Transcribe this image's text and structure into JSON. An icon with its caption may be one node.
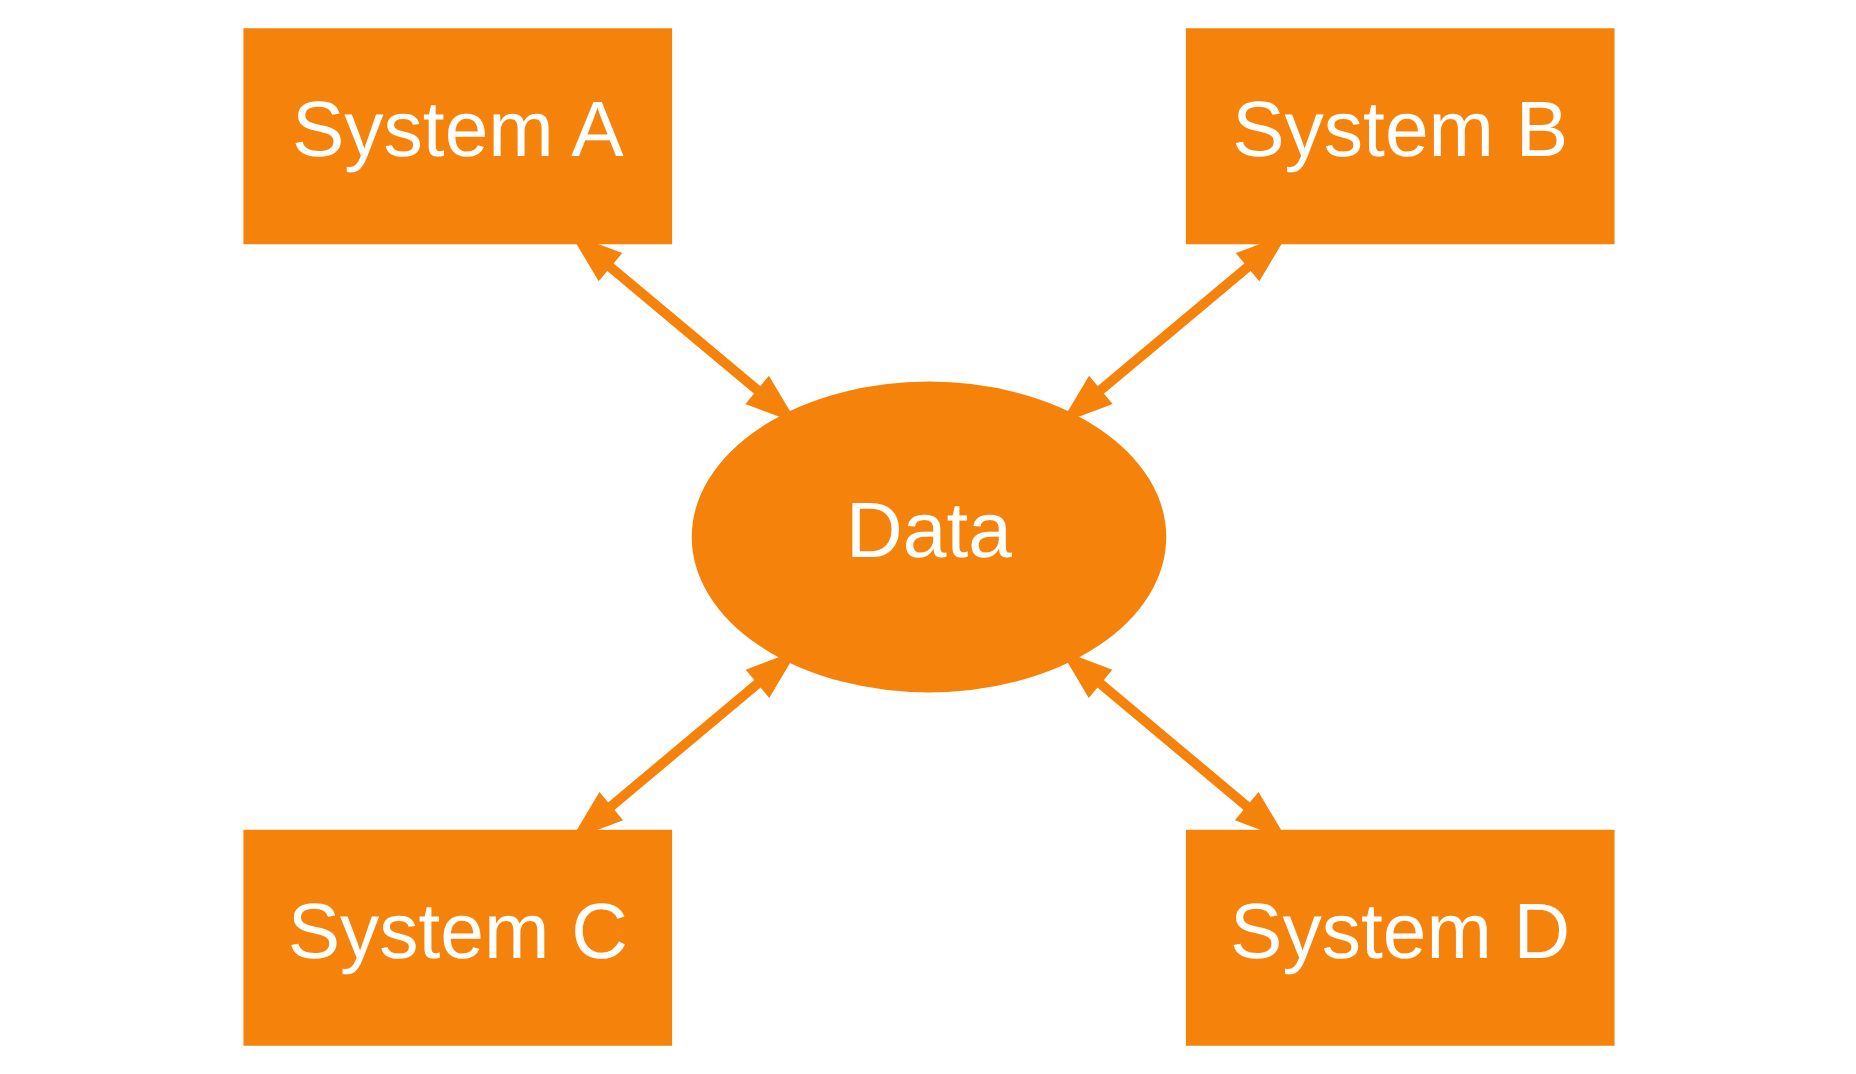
{
  "diagram": {
    "nodes": [
      {
        "text": [
          "System A"
        ]
      },
      {
        "text": [
          "System B"
        ]
      },
      {
        "text": [
          "Data"
        ]
      },
      {
        "text": [
          "System C"
        ]
      },
      {
        "text": [
          "System D"
        ]
      }
    ],
    "edges": [
      {
        "from": 0,
        "to": 2,
        "arrow": "both"
      },
      {
        "from": 1,
        "to": 2,
        "arrow": "both"
      },
      {
        "from": 3,
        "to": 2,
        "arrow": "both"
      },
      {
        "from": 4,
        "to": 2,
        "arrow": "both"
      }
    ]
  }
}
